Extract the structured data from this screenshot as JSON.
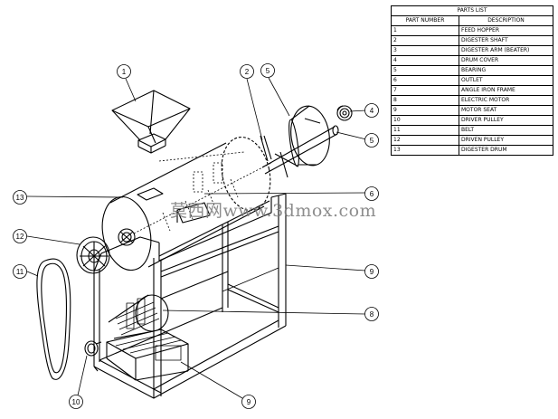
{
  "parts_list": {
    "title": "PARTS LIST",
    "col_part_number": "PART NUMBER",
    "col_description": "DESCRIPTION",
    "rows": [
      {
        "num": "1",
        "desc": "FEED HOPPER"
      },
      {
        "num": "2",
        "desc": "DIGESTER SHAFT"
      },
      {
        "num": "3",
        "desc": "DIGESTER ARM (BEATER)"
      },
      {
        "num": "4",
        "desc": "DRUM COVER"
      },
      {
        "num": "5",
        "desc": "BEARING"
      },
      {
        "num": "6",
        "desc": "OUTLET"
      },
      {
        "num": "7",
        "desc": "ANGLE IRON FRAME"
      },
      {
        "num": "8",
        "desc": "ELECTRIC MOTOR"
      },
      {
        "num": "9",
        "desc": "MOTOR SEAT"
      },
      {
        "num": "10",
        "desc": "DRIVER PULLEY"
      },
      {
        "num": "11",
        "desc": "BELT"
      },
      {
        "num": "12",
        "desc": "DRIVEN PULLEY"
      },
      {
        "num": "13",
        "desc": "DIGESTER DRUM"
      }
    ]
  },
  "callouts": {
    "c1": "1",
    "c2": "2",
    "c5a": "5",
    "c4": "4",
    "c5b": "5",
    "c6": "6",
    "c13": "13",
    "c12": "12",
    "c11": "11",
    "c9a": "9",
    "c8": "8",
    "c10": "10",
    "c9b": "9"
  },
  "watermark": "莫西网www.3dmox.com"
}
